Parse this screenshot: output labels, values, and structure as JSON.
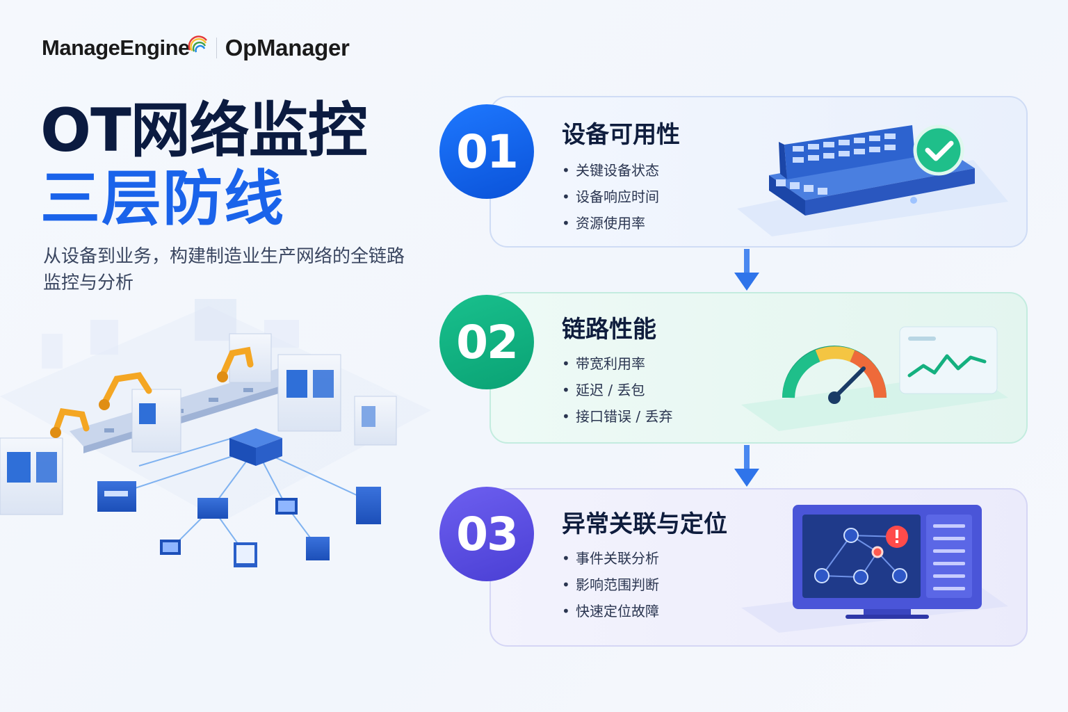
{
  "brand": {
    "company": "ManageEngine",
    "product": "OpManager",
    "arc_colors": [
      "#e53935",
      "#fbc02d",
      "#43a047",
      "#1e88e5"
    ]
  },
  "hero": {
    "title_line1": "OT网络监控",
    "title_line2": "三层防线",
    "subtitle": "从设备到业务，构建制造业生产网络的全链路监控与分析"
  },
  "cards": [
    {
      "number": "01",
      "title": "设备可用性",
      "bullets": [
        "关键设备状态",
        "设备响应时间",
        "资源使用率"
      ],
      "accent": "#1a63ea",
      "icon": "network-switch-check-icon"
    },
    {
      "number": "02",
      "title": "链路性能",
      "bullets": [
        "带宽利用率",
        "延迟 / 丢包",
        "接口错误 / 丢弃"
      ],
      "accent": "#10b082",
      "icon": "gauge-trend-icon"
    },
    {
      "number": "03",
      "title": "异常关联与定位",
      "bullets": [
        "事件关联分析",
        "影响范围判断",
        "快速定位故障"
      ],
      "accent": "#5a4de0",
      "icon": "topology-alert-monitor-icon"
    }
  ],
  "illustration": {
    "icon": "factory-network-illustration",
    "colors": {
      "machine": "#e8eef8",
      "screen": "#2f6fd8",
      "robot": "#f4a623",
      "link": "#7fb2f0"
    }
  }
}
